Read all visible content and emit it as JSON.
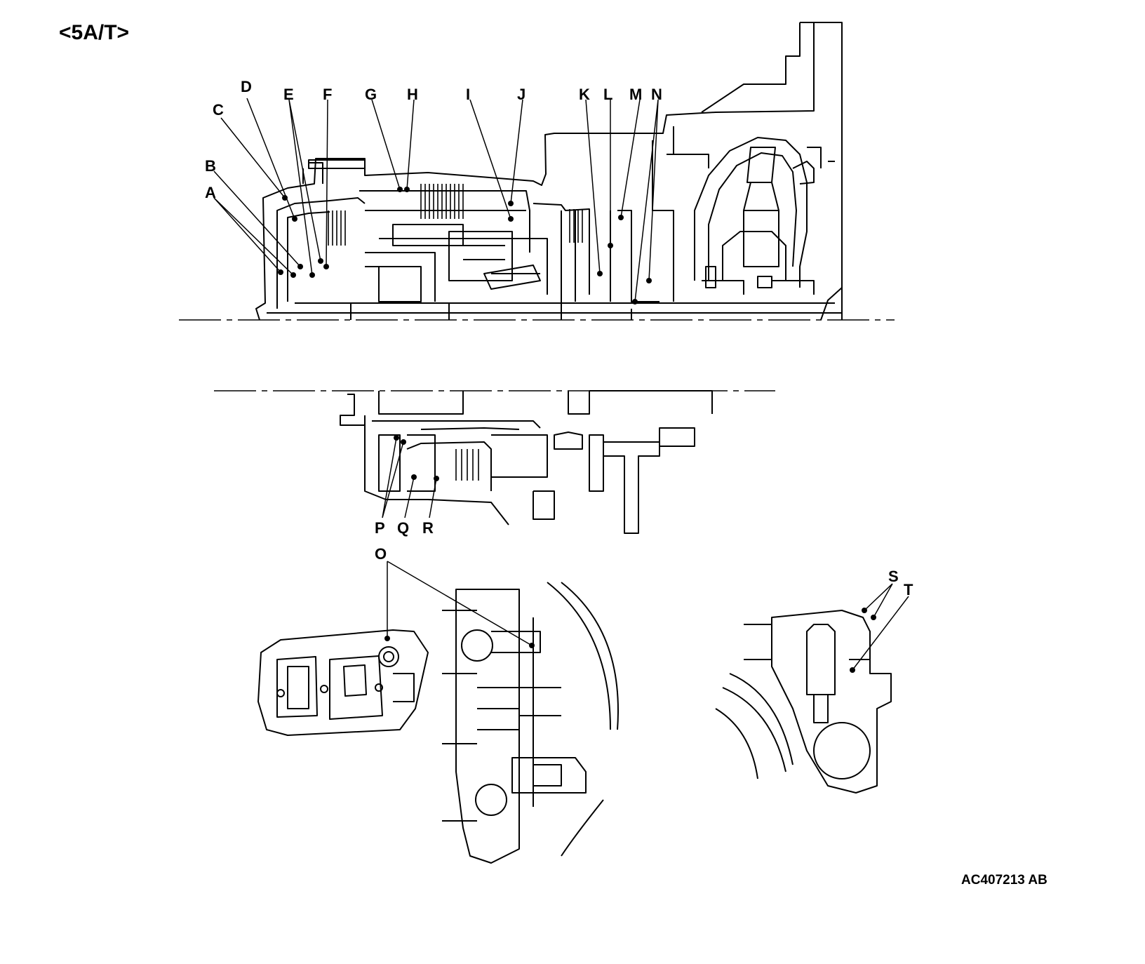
{
  "header": {
    "title": "<5A/T>"
  },
  "figure_code": "AC407213 AB",
  "callouts": [
    "A",
    "B",
    "C",
    "D",
    "E",
    "F",
    "G",
    "H",
    "I",
    "J",
    "K",
    "L",
    "M",
    "N",
    "O",
    "P",
    "Q",
    "R",
    "S",
    "T"
  ]
}
